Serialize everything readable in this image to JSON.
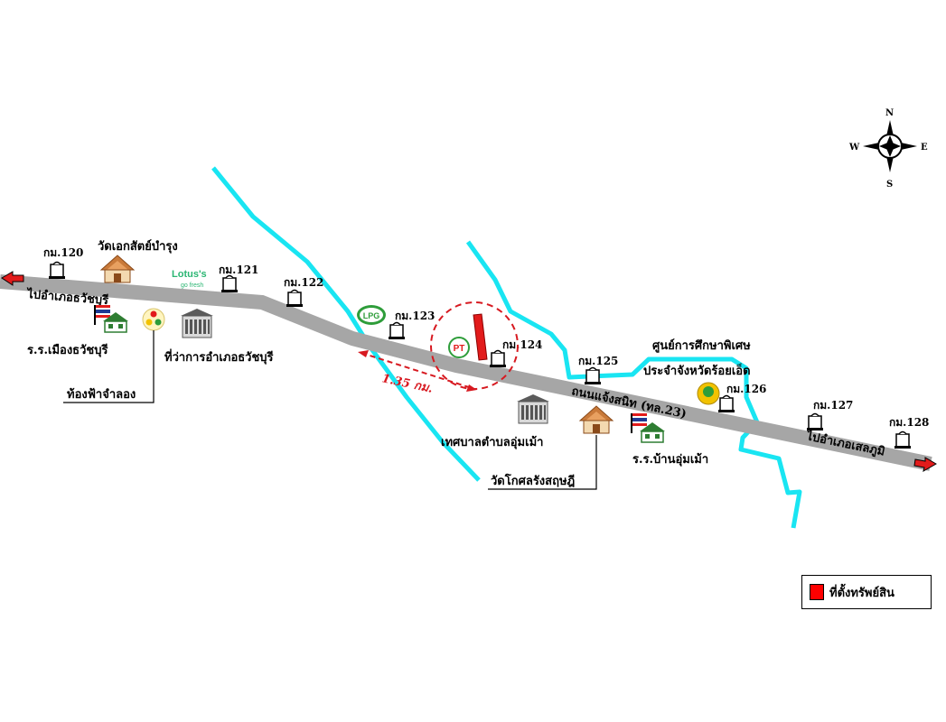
{
  "colors": {
    "road": "#a6a6a6",
    "river": "#19e5f2",
    "property": "#e21b1b",
    "distance_marker": "#d71920",
    "arrow": "#e21b1b"
  },
  "compass": {
    "n": "N",
    "s": "S",
    "e": "E",
    "w": "W"
  },
  "road": {
    "name": "ถนนแจ้งสนิท (ทล.23)",
    "west_direction": "ไปอำเภอธวัชบุรี",
    "east_direction": "ไปอำเภอเสลภูมิ"
  },
  "km_markers": [
    {
      "label": "กม.120"
    },
    {
      "label": "กม.121"
    },
    {
      "label": "กม.122"
    },
    {
      "label": "กม.123"
    },
    {
      "label": "กม.124"
    },
    {
      "label": "กม.125"
    },
    {
      "label": "กม.126"
    },
    {
      "label": "กม.127"
    },
    {
      "label": "กม.128"
    }
  ],
  "landmarks": {
    "temple_north": "วัดเอกสัตย์บำรุง",
    "school_west": "ร.ร.เมืองธวัชบุรี",
    "market": "ท้องฟ้าจำลอง",
    "district_office": "ที่ว่าการอำเภอธวัชบุรี",
    "municipality": "เทศบาลตำบลอุ่มเม้า",
    "temple_south": "วัดโกศลรังสฤษฎี",
    "school_east": "ร.ร.บ้านอุ่มเม้า",
    "center_line1": "ศูนย์การศึกษาพิเศษ",
    "center_line2": "ประจำจังหวัดร้อยเอ็ด",
    "lotus_brand": "Lotus's",
    "lotus_sub": "go fresh",
    "lpg_logo": "LPG",
    "pt_logo": "PT"
  },
  "distance": {
    "label": "1.35 กม."
  },
  "legend": {
    "label": "ที่ตั้งทรัพย์สิน"
  },
  "icons": [
    "km-post-icon",
    "temple-icon",
    "school-flag-icon",
    "government-building-icon",
    "traffic-light-icon",
    "lotus-logo-icon",
    "lpg-logo-icon",
    "pt-logo-icon",
    "compass-icon",
    "arrow-icon"
  ]
}
